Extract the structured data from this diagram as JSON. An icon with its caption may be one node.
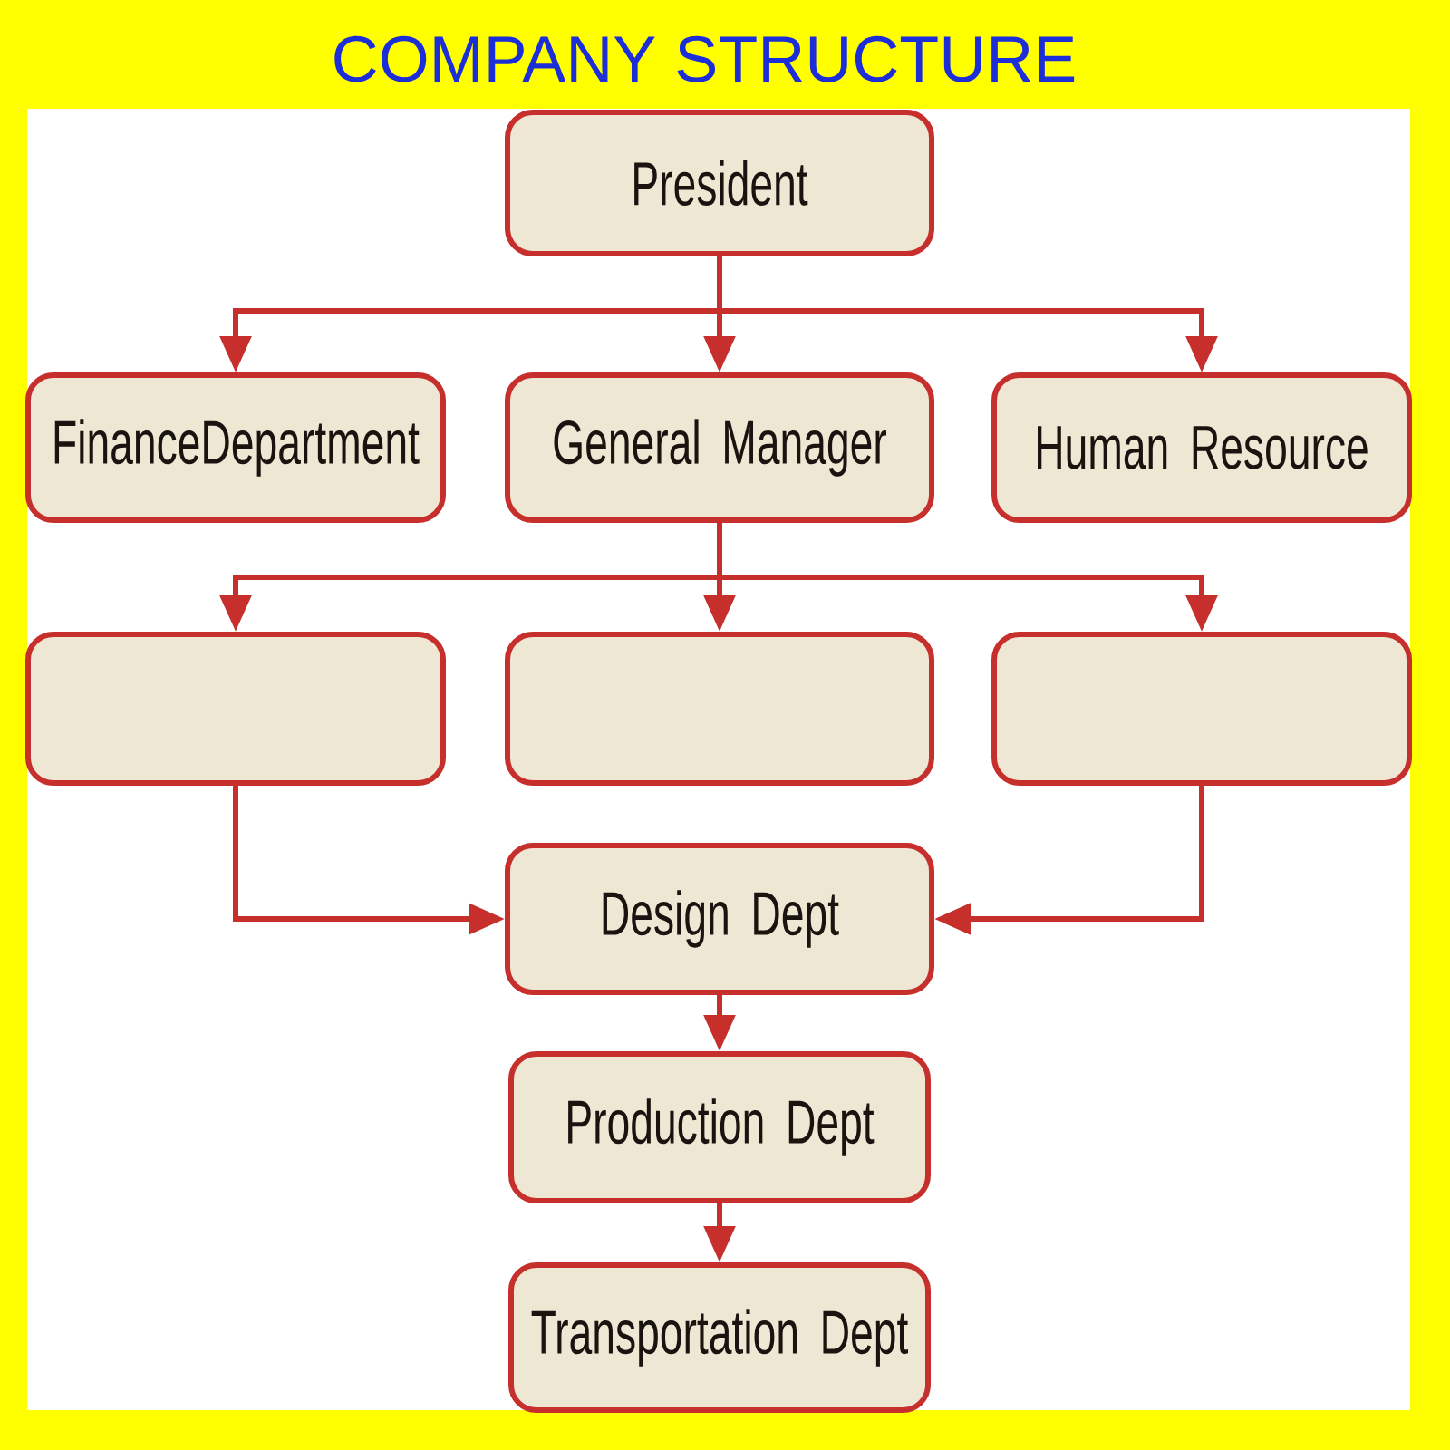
{
  "diagram": {
    "title": "COMPANY STRUCTURE",
    "nodes": [
      {
        "text": [
          "President"
        ]
      },
      {
        "text": [
          "FinanceDepartment"
        ]
      },
      {
        "text": [
          "General Manager"
        ]
      },
      {
        "text": [
          "Human Resource"
        ]
      },
      {
        "text": [],
        "shape": "box"
      },
      {
        "text": [],
        "shape": "box"
      },
      {
        "text": [],
        "shape": "box"
      },
      {
        "text": [
          "Design Dept"
        ]
      },
      {
        "text": [
          "Production Dept"
        ]
      },
      {
        "text": [
          "Transportation Dept"
        ]
      }
    ],
    "edges": [
      {
        "from": 0,
        "to": 1,
        "arrow": "to"
      },
      {
        "from": 0,
        "to": 2,
        "arrow": "to"
      },
      {
        "from": 0,
        "to": 3,
        "arrow": "to"
      },
      {
        "from": 2,
        "to": 4,
        "arrow": "to"
      },
      {
        "from": 2,
        "to": 5,
        "arrow": "to"
      },
      {
        "from": 2,
        "to": 6,
        "arrow": "to"
      },
      {
        "from": 4,
        "to": 7,
        "arrow": "to"
      },
      {
        "from": 6,
        "to": 7,
        "arrow": "to"
      },
      {
        "from": 7,
        "to": 8,
        "arrow": "to"
      },
      {
        "from": 8,
        "to": 9,
        "arrow": "to"
      }
    ]
  }
}
